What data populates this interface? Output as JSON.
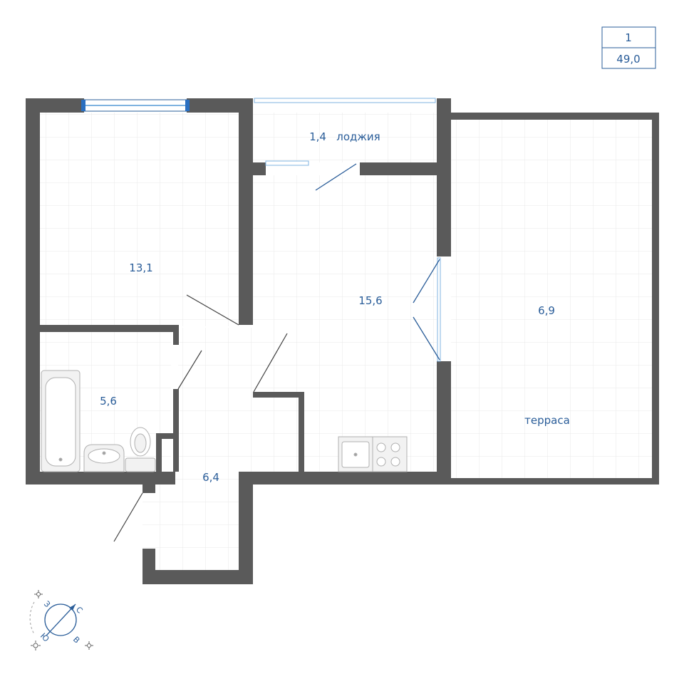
{
  "info_box": {
    "rooms": "1",
    "total_area": "49,0"
  },
  "rooms": {
    "bedroom_area": "13,1",
    "living_area": "15,6",
    "terrace_area": "6,9",
    "terrace_name": "терраса",
    "bathroom_area": "5,6",
    "hall_area": "6,4",
    "loggia_area": "1,4",
    "loggia_name": "лоджия"
  },
  "compass": {
    "north": "С",
    "south": "Ю",
    "east": "В",
    "west": "З",
    "icon": "compass-rose-icon"
  },
  "colors": {
    "wall": "#5a5a5a",
    "accent": "#2a5d99",
    "window": "#7fb3e0",
    "grid": "#e6e6e6"
  }
}
